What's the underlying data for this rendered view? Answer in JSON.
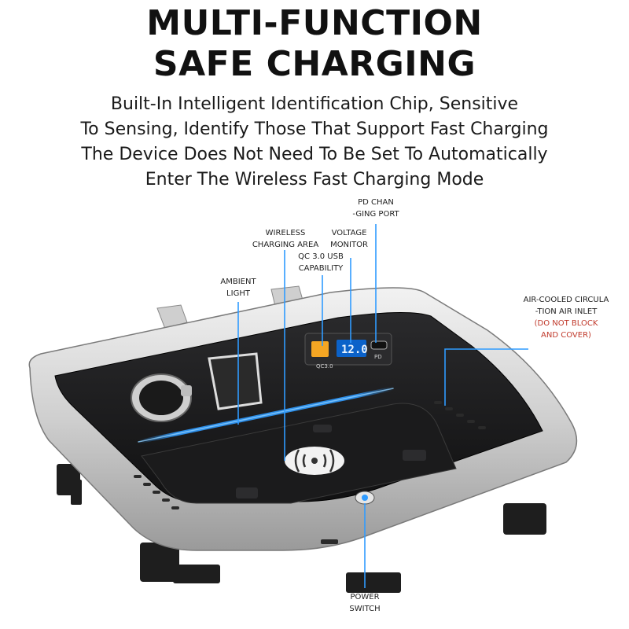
{
  "heading": {
    "line1": "MULTI-FUNCTION",
    "line2": "SAFE CHARGING"
  },
  "description": [
    "Built-In Intelligent Identification Chip, Sensitive",
    "To Sensing, Identify Those That Support Fast Charging",
    "The Device Does Not Need To Be Set To Automatically",
    "Enter The Wireless Fast Charging Mode"
  ],
  "callouts": {
    "pd_port": [
      "PD CHAN",
      "-GING PORT"
    ],
    "wireless_area": [
      "WIRELESS",
      "CHARGING AREA"
    ],
    "voltage_monitor": [
      "VOLTAGE",
      "MONITOR"
    ],
    "qc_usb": [
      "QC 3.0 USB",
      "CAPABILITY"
    ],
    "ambient_light": [
      "AMBIENT",
      "LIGHT"
    ],
    "air_inlet": [
      "AIR-COOLED CIRCULA",
      "-TION AIR INLET"
    ],
    "air_inlet_warning": [
      "(DO NOT BLOCK",
      "AND COVER)"
    ],
    "power_switch": [
      "POWER",
      "SWITCH"
    ]
  },
  "panel": {
    "voltage_reading": "12.0",
    "qc_label": "QC3.0",
    "pd_label": "PD"
  },
  "colors": {
    "accent_blue": "#2f9bff",
    "warning_red": "#c0392b",
    "tray_black": "#1c1c1e",
    "frame_silver": "#d6d6d6"
  }
}
